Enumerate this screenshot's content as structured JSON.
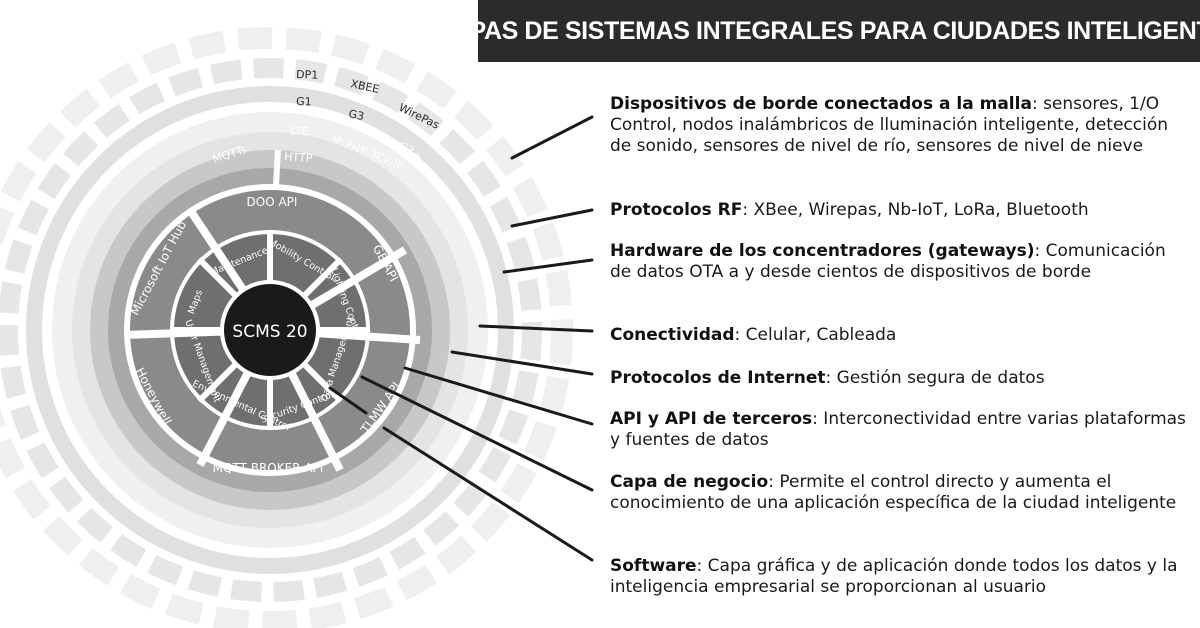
{
  "title": "CAPAS DE SISTEMAS INTEGRALES PARA CIUDADES INTELIGENTES",
  "center": "SCMS 20",
  "modules": [
    "Maintenance",
    "Mobility Control",
    "Lighting Control",
    "Data Management",
    "Security Control",
    "Environmental Control",
    "User Management",
    "Maps"
  ],
  "apis": [
    "DOO API",
    "GE API",
    "TLMW API",
    "MQTT BROKER API",
    "Honeywell",
    "Microsoft IoT Hub"
  ],
  "internet_protocols": [
    "MQTTs",
    "HTTP",
    "IP PHY: TCP/IP"
  ],
  "connectivity": [
    "LTE",
    "G3+"
  ],
  "rf_protocols": [
    "G1",
    "G3",
    "WirePas"
  ],
  "devices": [
    "DP1",
    "XBEE"
  ],
  "layers": [
    {
      "term": "Dispositivos de borde conectados a la malla",
      "desc": ": sensores, 1/O Control, nodos inalámbricos de lluminación inteligente, detección de sonido, sensores de nivel de río, sensores de nivel de nieve"
    },
    {
      "term": "Protocolos RF",
      "desc": ": XBee, Wirepas, Nb-IoT, LoRa, Bluetooth"
    },
    {
      "term": "Hardware de los concentradores (gateways)",
      "desc": ": Comunicación de datos OTA a y desde cientos de dispositivos de borde"
    },
    {
      "term": "Conectividad",
      "desc": ": Celular, Cableada"
    },
    {
      "term": "Protocolos de Internet",
      "desc": ": Gestión segura de datos"
    },
    {
      "term": "API y API de terceros",
      "desc": ": Interconectividad entre varias plataformas y fuentes de datos"
    },
    {
      "term": "Capa de negocio",
      "desc": ": Permite el control directo y aumenta el conocimiento de una aplicación específica de la ciudad inteligente"
    },
    {
      "term": "Software",
      "desc": ": Capa gráfica y de aplicación donde todos los datos y la inteligencia empresarial se proporcionan al usuario"
    }
  ]
}
